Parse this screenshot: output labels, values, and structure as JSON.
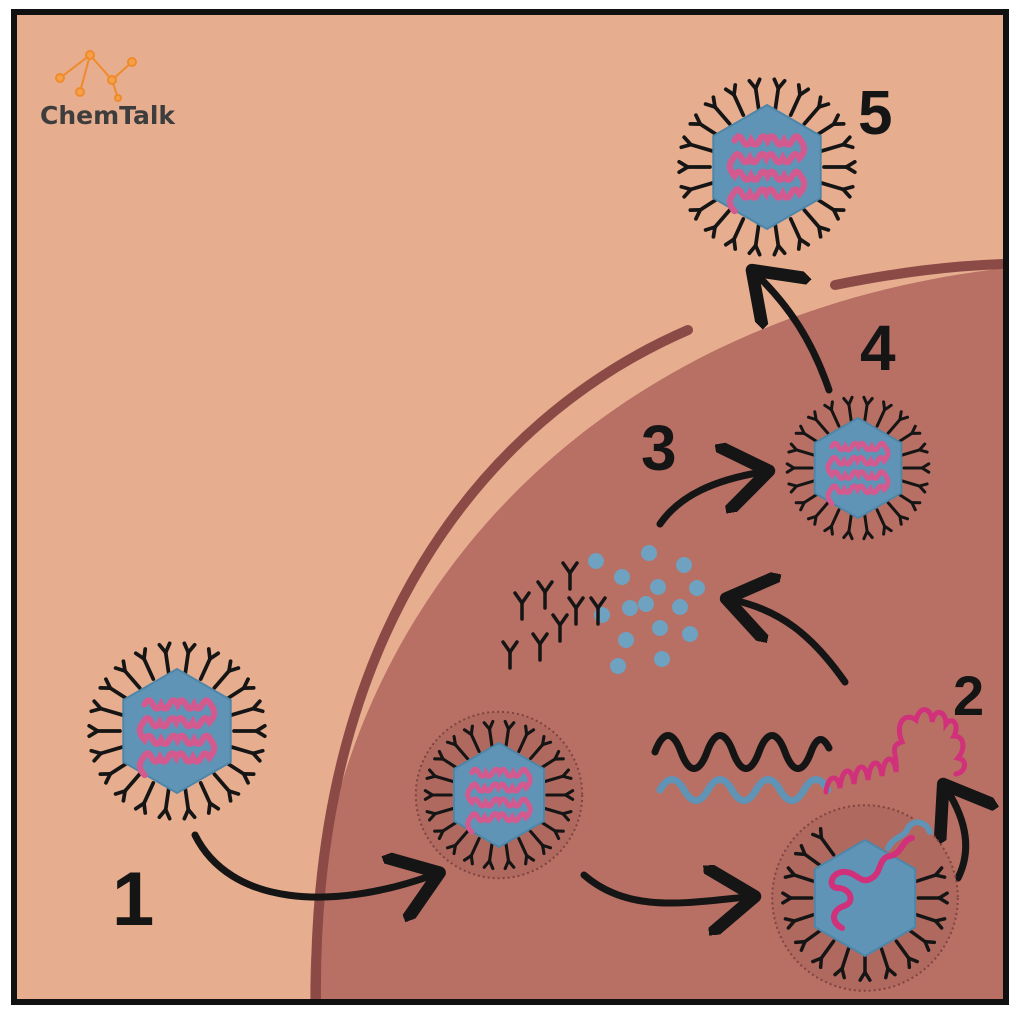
{
  "logo": {
    "text": "ChemTalk"
  },
  "steps": [
    {
      "label": "1"
    },
    {
      "label": "2"
    },
    {
      "label": "3"
    },
    {
      "label": "4"
    },
    {
      "label": "5"
    }
  ],
  "colors": {
    "outside": "#e6ad8f",
    "cell": "#b86f64",
    "membrane": "#8c4a47",
    "capsid": "#5f94b6",
    "genome": "#d35a8f",
    "rna": "#d0317a",
    "protein": "#6fa1c1",
    "ink": "#151515",
    "logo_accent": "#f08a2a"
  }
}
